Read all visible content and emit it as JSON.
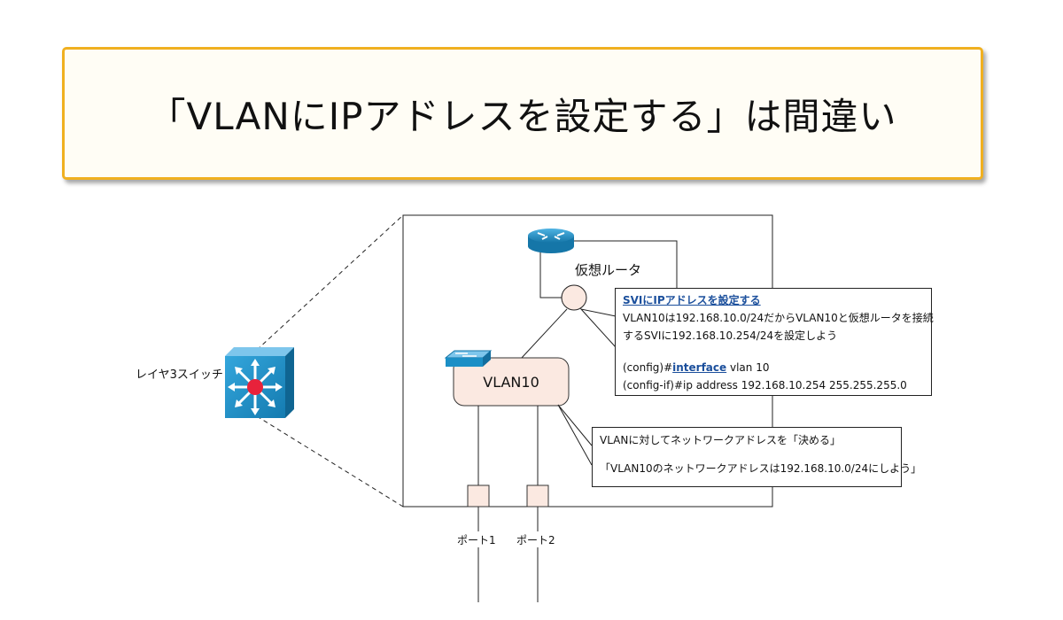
{
  "title": "「VLANにIPアドレスを設定する」は間違い",
  "labels": {
    "layer3_switch": "レイヤ3スイッチ",
    "virtual_router": "仮想ルータ",
    "vlan": "VLAN10",
    "port1": "ポート1",
    "port2": "ポート2"
  },
  "callout_svi": {
    "heading": "SVIにIPアドレスを設定する",
    "line1": "VLAN10は192.168.10.0/24だからVLAN10と仮想ルータを接続",
    "line2": "するSVIに192.168.10.254/24を設定しよう",
    "cmd1_prefix": "(config)#",
    "cmd1_keyword": "interface",
    "cmd1_suffix": " vlan 10",
    "cmd2": "(config-if)#ip address 192.168.10.254 255.255.255.0"
  },
  "callout_network": {
    "line1": "VLANに対してネットワークアドレスを「決める」",
    "line2": "「VLAN10のネットワークアドレスは192.168.10.0/24にしよう」"
  },
  "colors": {
    "title_border": "#f0b020",
    "switch_blue": "#1b8fc6",
    "vlan_fill": "#fbe9e1",
    "link": "#1b4f9c"
  },
  "icons": [
    "layer3-switch-icon",
    "router-icon",
    "l2-switch-icon"
  ]
}
